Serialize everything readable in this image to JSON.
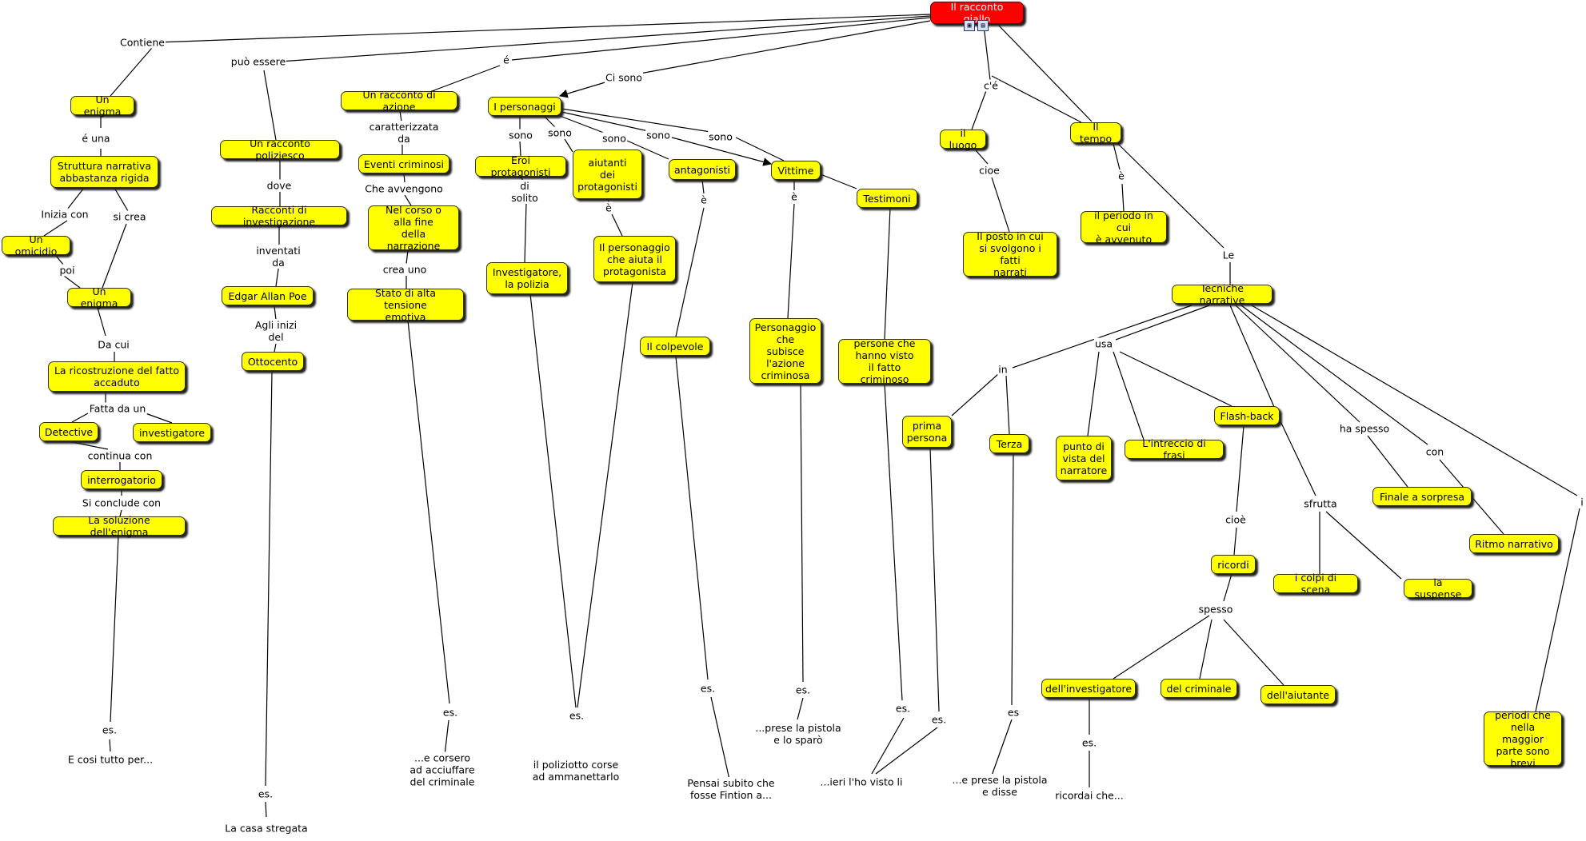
{
  "colors": {
    "root_fill": "#ff0000",
    "node_fill": "#ffff00",
    "line": "#000000"
  },
  "root": {
    "label": "Il racconto giallo",
    "icons": [
      "image-resource-icon",
      "document-resource-icon"
    ]
  },
  "nodes": {
    "un_enigma_1": "Un enigma",
    "struttura": "Struttura narrativa\nabbastanza rigida",
    "un_omicidio": "Un omicidio",
    "un_enigma_2": "Un enigma",
    "ricostruzione": "La ricostruzione del fatto\naccaduto",
    "detective": "Detective",
    "investigatore": "investigatore",
    "interrogatorio": "interrogatorio",
    "soluzione": "La soluzione dell'enigma",
    "poliziesco": "Un racconto poliziesco",
    "racconti_inv": "Racconti di investigazione",
    "poe": "Edgar Allan Poe",
    "ottocento": "Ottocento",
    "azione": "Un racconto di azione",
    "eventi": "Eventi criminosi",
    "corso": "Nel corso o\nalla fine\ndella narrazione",
    "tensione": "Stato di alta tensione\nemotiva",
    "personaggi": "I personaggi",
    "eroi": "Eroi protagonisti",
    "aiutanti": "aiutanti\ndei\nprotagonisti",
    "antagonisti": "antagonisti",
    "vittime": "Vittime",
    "testimoni": "Testimoni",
    "inv_polizia": "Investigatore,\nla polizia",
    "pers_aiuta": "Il personaggio\nche aiuta il\nprotagonista",
    "colpevole": "Il colpevole",
    "pers_subisce": "Personaggio\nche\nsubisce\nl'azione\ncriminosa",
    "persone_visto": "persone che\nhanno visto\nil fatto criminoso",
    "luogo": "il luogo",
    "posto": "Il posto in cui\nsi svolgono i fatti\nnarrati",
    "tempo": "Il tempo",
    "periodo": "il periodo in cui\nè avvenuto",
    "tecniche": "Tecniche narrative",
    "prima": "prima\npersona",
    "terza": "Terza",
    "punto": "punto di\nvista del\nnarratore",
    "intreccio": "L'intreccio di frasi",
    "flashback": "Flash-back",
    "ricordi": "ricordi",
    "dell_inv": "dell'investigatore",
    "del_crim": "del criminale",
    "dell_aiut": "dell'aiutante",
    "colpi": "i colpi di scena",
    "suspense": "la suspense",
    "finale": "Finale a sorpresa",
    "ritmo": "Ritmo narrativo",
    "periodi_brevi": "periodi che\nnella maggior\nparte sono\nbrevi"
  },
  "labels": {
    "contiene": "Contiene",
    "puo_essere": "può essere",
    "e_root": "é",
    "ci_sono": "Ci sono",
    "ce": "c'é",
    "e_una": "é una",
    "inizia_con": "Inizia con",
    "si_crea": "si crea",
    "poi": "poi",
    "da_cui": "Da cui",
    "fatta_da_un": "Fatta da un",
    "continua_con": "continua con",
    "si_conclude": "Si conclude con",
    "es_enigma": "es.",
    "ex_enigma": "E cosi tutto per...",
    "dove": "dove",
    "inventati_da": "inventati\nda",
    "agli_inizi": "Agli inizi\ndel",
    "es_ottocento": "es.",
    "ex_ottocento": "La casa stregata",
    "caratterizzata": "caratterizzata\nda",
    "che_avvengono": "Che avvengono",
    "crea_uno": "crea uno",
    "es_tensione": "es.",
    "ex_tensione": "...e corsero\nad acciuffare\ndel criminale",
    "sono_1": "sono",
    "sono_2": "sono",
    "sono_3": "sono",
    "sono_4": "sono",
    "sono_5": "sono",
    "di_solito": "di\nsolito",
    "e_aiutanti": "è",
    "e_antagonisti": "è",
    "e_vittime": "è",
    "es_pers": "es.",
    "ex_pers": "il poliziotto corse\nad ammanettarlo",
    "es_colpevole": "es.",
    "ex_colpevole": "Pensai subito che\nfosse Fintion a...",
    "es_vittime": "es.",
    "ex_vittime": "...prese la pistola\ne lo sparò",
    "es_testimoni": "es.",
    "es_prima": "es.",
    "ex_testimoni": "...ieri l'ho visto li",
    "cioe_luogo": "cioe",
    "e_tempo": "è",
    "le": "Le",
    "in": "in",
    "usa": "usa",
    "ha_spesso": "ha spesso",
    "con": "con",
    "sfrutta": "sfrutta",
    "i_lbl": "i",
    "cioe_fb": "cioè",
    "spesso": "spesso",
    "es_terza": "es",
    "ex_terza": "...e prese la pistola\ne disse",
    "es_dell_inv": "es.",
    "ex_dell_inv": "ricordai che..."
  }
}
